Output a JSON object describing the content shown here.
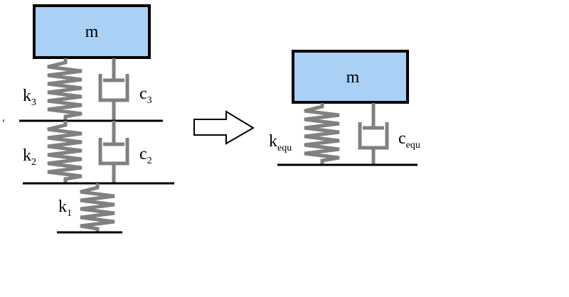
{
  "left_system": {
    "mass_label": "m",
    "springs": [
      {
        "symbol": "k",
        "subscript": "3"
      },
      {
        "symbol": "k",
        "subscript": "2"
      },
      {
        "symbol": "k",
        "subscript": "1"
      }
    ],
    "dampers": [
      {
        "symbol": "c",
        "subscript": "3"
      },
      {
        "symbol": "c",
        "subscript": "2"
      }
    ]
  },
  "right_system": {
    "mass_label": "m",
    "spring": {
      "symbol": "k",
      "subscript": "equ"
    },
    "damper": {
      "symbol": "c",
      "subscript": "equ"
    }
  },
  "colors": {
    "mass_fill": "#a9d0f5",
    "outline": "#000000",
    "spring": "#808080",
    "damper": "#808080",
    "ground": "#000000"
  },
  "arrow_icon": "hollow-right-arrow-icon"
}
